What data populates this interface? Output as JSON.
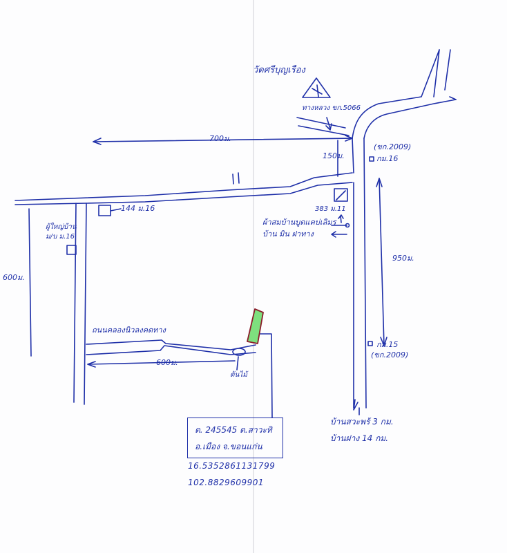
{
  "colors": {
    "ink": "#1e2fa8",
    "highlight_fill": "#7ee07e",
    "highlight_stroke": "#8a1c2a",
    "fold_line": "#d6d6dc"
  },
  "labels": {
    "temple": "วัดศรีบุญเรือง",
    "water_tower": "ทางหลวง ขก.5066",
    "dist_700": "700ม.",
    "dist_150": "150ม.",
    "km16_top": "(ขก.2009)",
    "km16_post": "กม.16",
    "house144": "144 ม.16",
    "house383": "383 ม.11",
    "village_left_1": "ผ้าสมบ้านบูดแคบ่เลิมร",
    "village_left_2": "บ้าน มิน ฝาทาง",
    "head_village": "ผู้ใหญ่บ้าน",
    "head_village_2": "ม/บ ม.16",
    "dist_600_left": "600ม.",
    "dist_950": "950ม.",
    "canal_road": "ถนนคลองนิวลงคดทาง",
    "km15_post": "กม.15",
    "km15_code": "(ขก.2009)",
    "dist_600_bottom": "600ม.",
    "bridge": "ต้นไม้",
    "dir_1": "บ้านสวะพร้ 3 กม.",
    "dir_2": "บ้านฝาง 14 กม."
  },
  "info": {
    "line1": "ต. 245545 ต.สาวะทิ",
    "line2": "อ.เมือง จ.ขอนแก่น",
    "lat": "16.5352861131799",
    "lon": "102.8829609901"
  }
}
